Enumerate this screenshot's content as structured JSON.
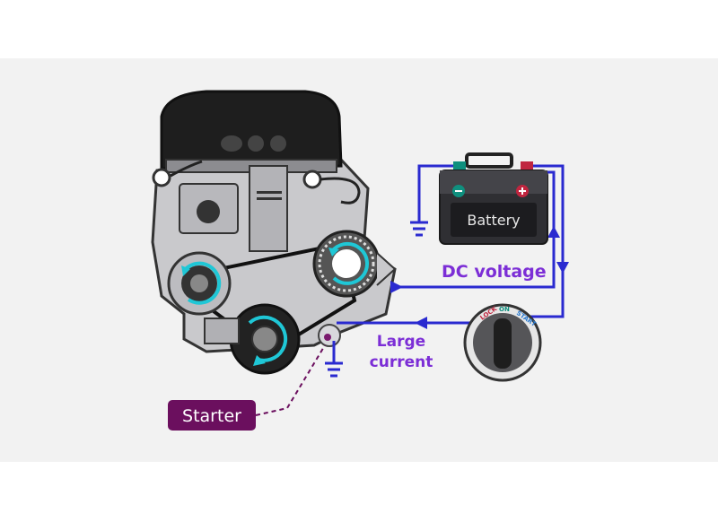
{
  "battery": {
    "label": "Battery"
  },
  "labels": {
    "dc_voltage": "DC voltage",
    "large_current_line1": "Large",
    "large_current_line2": "current",
    "starter": "Starter"
  },
  "ignition_switch": {
    "positions": [
      "LOCK",
      "ON",
      "START"
    ]
  },
  "colors": {
    "wire": "#2a2ad0",
    "label_purple": "#7c2ed6",
    "starter_badge": "#6b0f5e",
    "rotation_arrow": "#1fc7d6",
    "engine_block": "#c9c9cc",
    "engine_cover": "#1e1e1e",
    "battery_body": "#2f2f33"
  },
  "icons": [
    "ground-symbol",
    "rotation-arrow",
    "positive-terminal",
    "negative-terminal"
  ]
}
